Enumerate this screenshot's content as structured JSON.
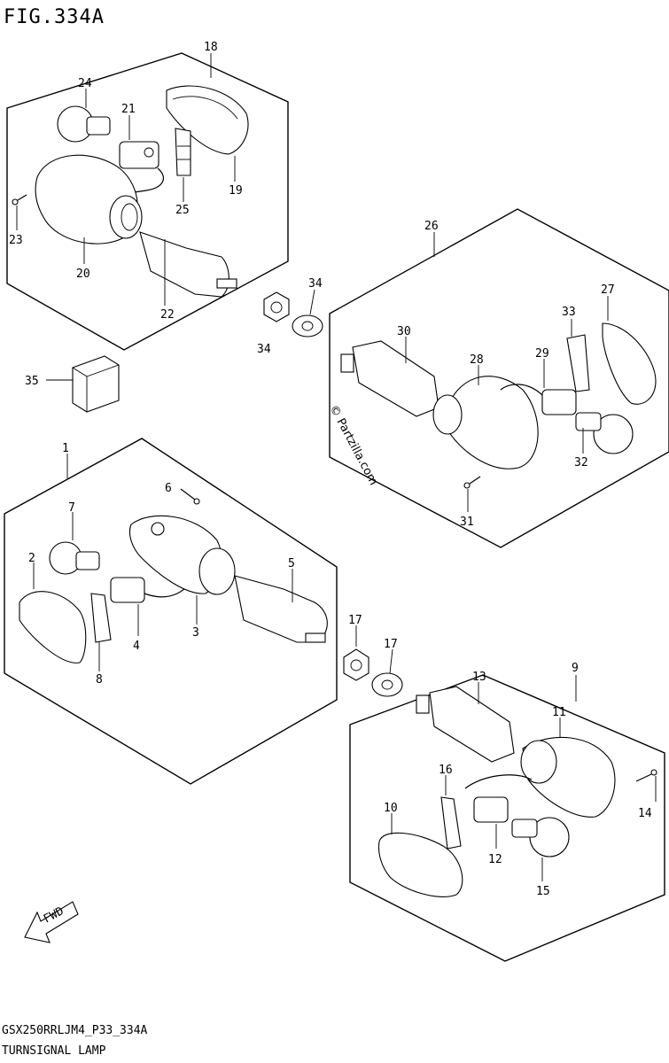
{
  "figure": {
    "title": "FIG.334A",
    "model_code": "GSX250RRLJM4_P33_334A",
    "section_name": "TURNSIGNAL LAMP",
    "watermark": "© Partzilla.com",
    "fwd_label": "FWD"
  },
  "callouts": {
    "c1": "1",
    "c2": "2",
    "c3": "3",
    "c4": "4",
    "c5": "5",
    "c6": "6",
    "c7": "7",
    "c8": "8",
    "c9": "9",
    "c10": "10",
    "c11": "11",
    "c12": "12",
    "c13": "13",
    "c14": "14",
    "c15": "15",
    "c16": "16",
    "c17a": "17",
    "c17b": "17",
    "c18": "18",
    "c19": "19",
    "c20": "20",
    "c21": "21",
    "c22": "22",
    "c23": "23",
    "c24": "24",
    "c25": "25",
    "c26": "26",
    "c27": "27",
    "c28": "28",
    "c29": "29",
    "c30": "30",
    "c31": "31",
    "c32": "32",
    "c33": "33",
    "c34a": "34",
    "c34b": "34",
    "c35": "35"
  }
}
